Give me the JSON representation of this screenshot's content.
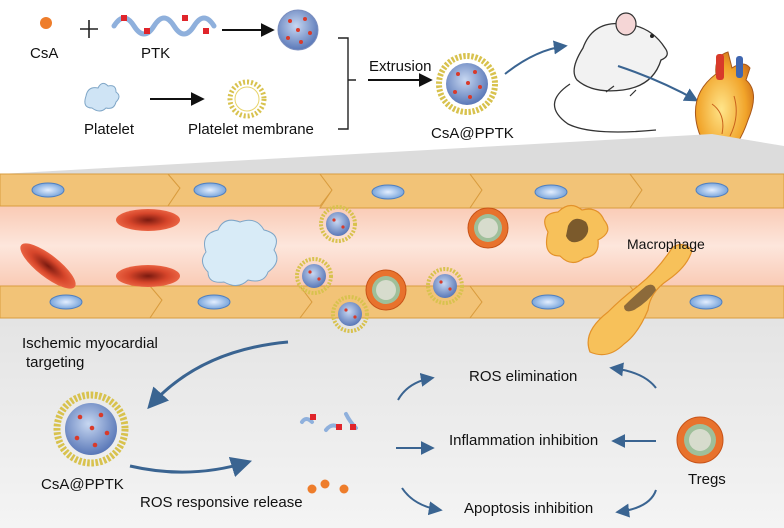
{
  "top": {
    "csa": "CsA",
    "ptk": "PTK",
    "platelet": "Platelet",
    "platelet_membrane": "Platelet membrane",
    "extrusion": "Extrusion",
    "product": "CsA@PPTK"
  },
  "vessel": {
    "macrophage": "Macrophage"
  },
  "mechanism": {
    "targeting_line1": "Ischemic myocardial",
    "targeting_line2": "targeting",
    "nanoparticle": "CsA@PPTK",
    "release": "ROS responsive release",
    "ros": "ROS elimination",
    "inflammation": "Inflammation inhibition",
    "apoptosis": "Apoptosis inhibition",
    "tregs": "Tregs"
  },
  "colors": {
    "csa_dot": "#ee7d2b",
    "ptk_chain": "#8fb0dc",
    "ptk_link": "#e0252b",
    "membrane_yellow": "#e8d46a",
    "vessel_wall": "#f2c377",
    "blood": "#fbd3c2",
    "rbc": "#e05a3c",
    "arrow_blue": "#3a6491",
    "lower_bg": "#e6e6e6"
  }
}
